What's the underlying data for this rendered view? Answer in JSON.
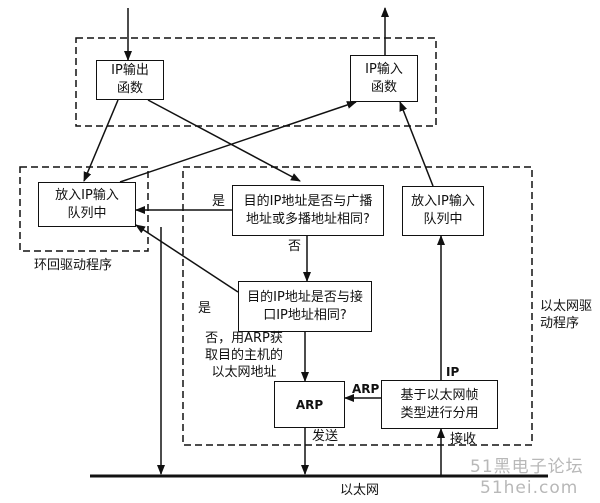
{
  "nodes": {
    "ip_output": "IP输出\n函数",
    "ip_input": "IP输入\n函数",
    "loopback_queue": "放入IP输入\n队列中",
    "broadcast_check": "目的IP地址是否与广播\n地址或多播地址相同?",
    "interface_check": "目的IP地址是否与接\n口IP地址相同?",
    "eth_queue": "放入IP输入\n队列中",
    "arp": "ARP",
    "demux": "基于以太网帧\n类型进行分用"
  },
  "labels": {
    "loopback_driver": "环回驱动程序",
    "ethernet_driver": "以太网驱\n动程序",
    "yes_1": "是",
    "no_1": "否",
    "yes_2": "是",
    "no_arp": "否，用ARP获\n取目的主机的\n以太网地址",
    "ip": "IP",
    "arp_edge": "ARP",
    "send": "发送",
    "receive": "接收",
    "ethernet": "以太网"
  },
  "watermark": {
    "line1": "51黑电子论坛",
    "line2": "51hei.com"
  }
}
